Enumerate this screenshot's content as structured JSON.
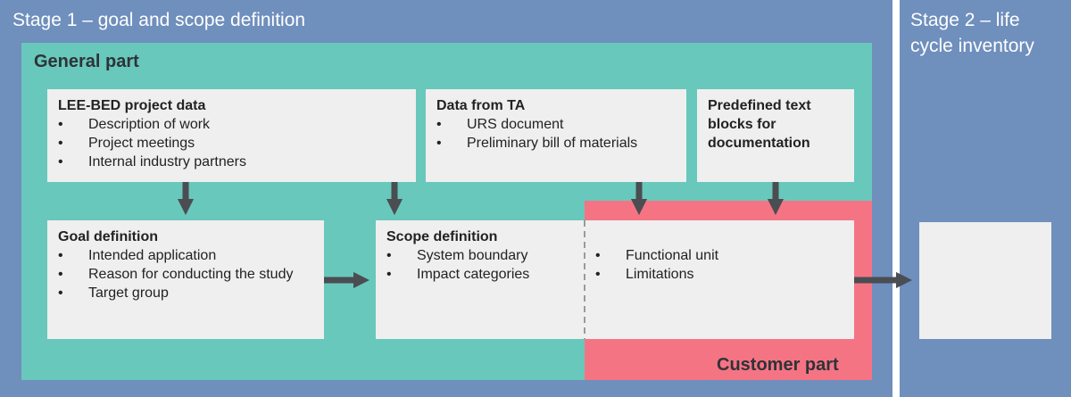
{
  "stage1": {
    "title": "Stage 1 – goal and scope definition"
  },
  "stage2": {
    "title": "Stage 2 – life cycle inventory"
  },
  "general_part": {
    "label": "General part"
  },
  "customer_part": {
    "label": "Customer part"
  },
  "boxes": {
    "project_data": {
      "title": "LEE-BED project data",
      "items": [
        "Description of work",
        "Project meetings",
        "Internal industry partners"
      ]
    },
    "ta_data": {
      "title": "Data from TA",
      "items": [
        "URS document",
        "Preliminary bill of materials"
      ]
    },
    "predefined": {
      "title": "Predefined text blocks for documentation"
    },
    "goal": {
      "title": "Goal definition",
      "items": [
        "Intended application",
        "Reason for conducting the study",
        "Target group"
      ]
    },
    "scope": {
      "title": "Scope definition",
      "items": [
        "System boundary",
        "Impact categories"
      ]
    },
    "customer_box": {
      "items": [
        "Functional unit",
        "Limitations"
      ]
    }
  },
  "colors": {
    "stage_bg": "#6f8fbd",
    "general_bg": "#68c8bb",
    "customer_bg": "#f57484",
    "box_bg": "#efefef",
    "arrow": "#4a4d52"
  }
}
